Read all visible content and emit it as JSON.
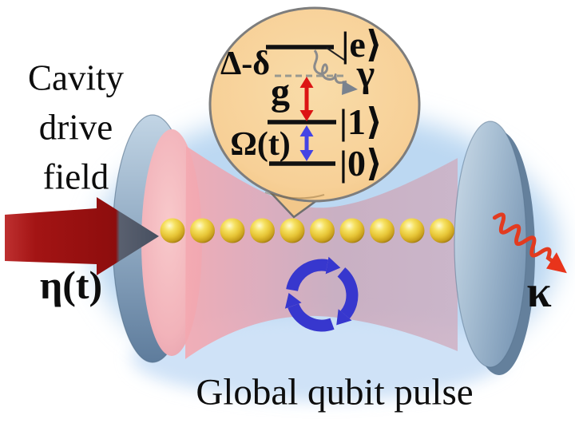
{
  "figure": {
    "labels": {
      "cavity_drive_line1": "Cavity",
      "cavity_drive_line2": "drive",
      "cavity_drive_line3": "field",
      "drive_amplitude": "η(t)",
      "cavity_decay_rate": "κ",
      "global_qubit_pulse": "Global qubit pulse"
    },
    "level_diagram": {
      "detuning": "Δ-δ",
      "atom_decay_rate": "γ",
      "coupling_strength": "g",
      "rabi_frequency": "Ω(t)",
      "excited_state": "|e⟩",
      "state_one": "|1⟩",
      "state_zero": "|0⟩"
    },
    "qubits": {
      "count": 10
    },
    "colors": {
      "drive_arrow_red": "#9A1010",
      "cavity_decay_wave_red": "#E23B20",
      "coupling_arrow_red": "#DC1414",
      "rabi_arrow_blue": "#4444E4",
      "cycle_arrows_blue": "#3737CE",
      "qubit_gold": "#E6C435",
      "bubble_tan": "#F6CE92",
      "mirror_blue": "#9FB8CF",
      "cavity_mode_pink": "#EFB0B8",
      "glow_blue": "#BCD8F2"
    }
  }
}
